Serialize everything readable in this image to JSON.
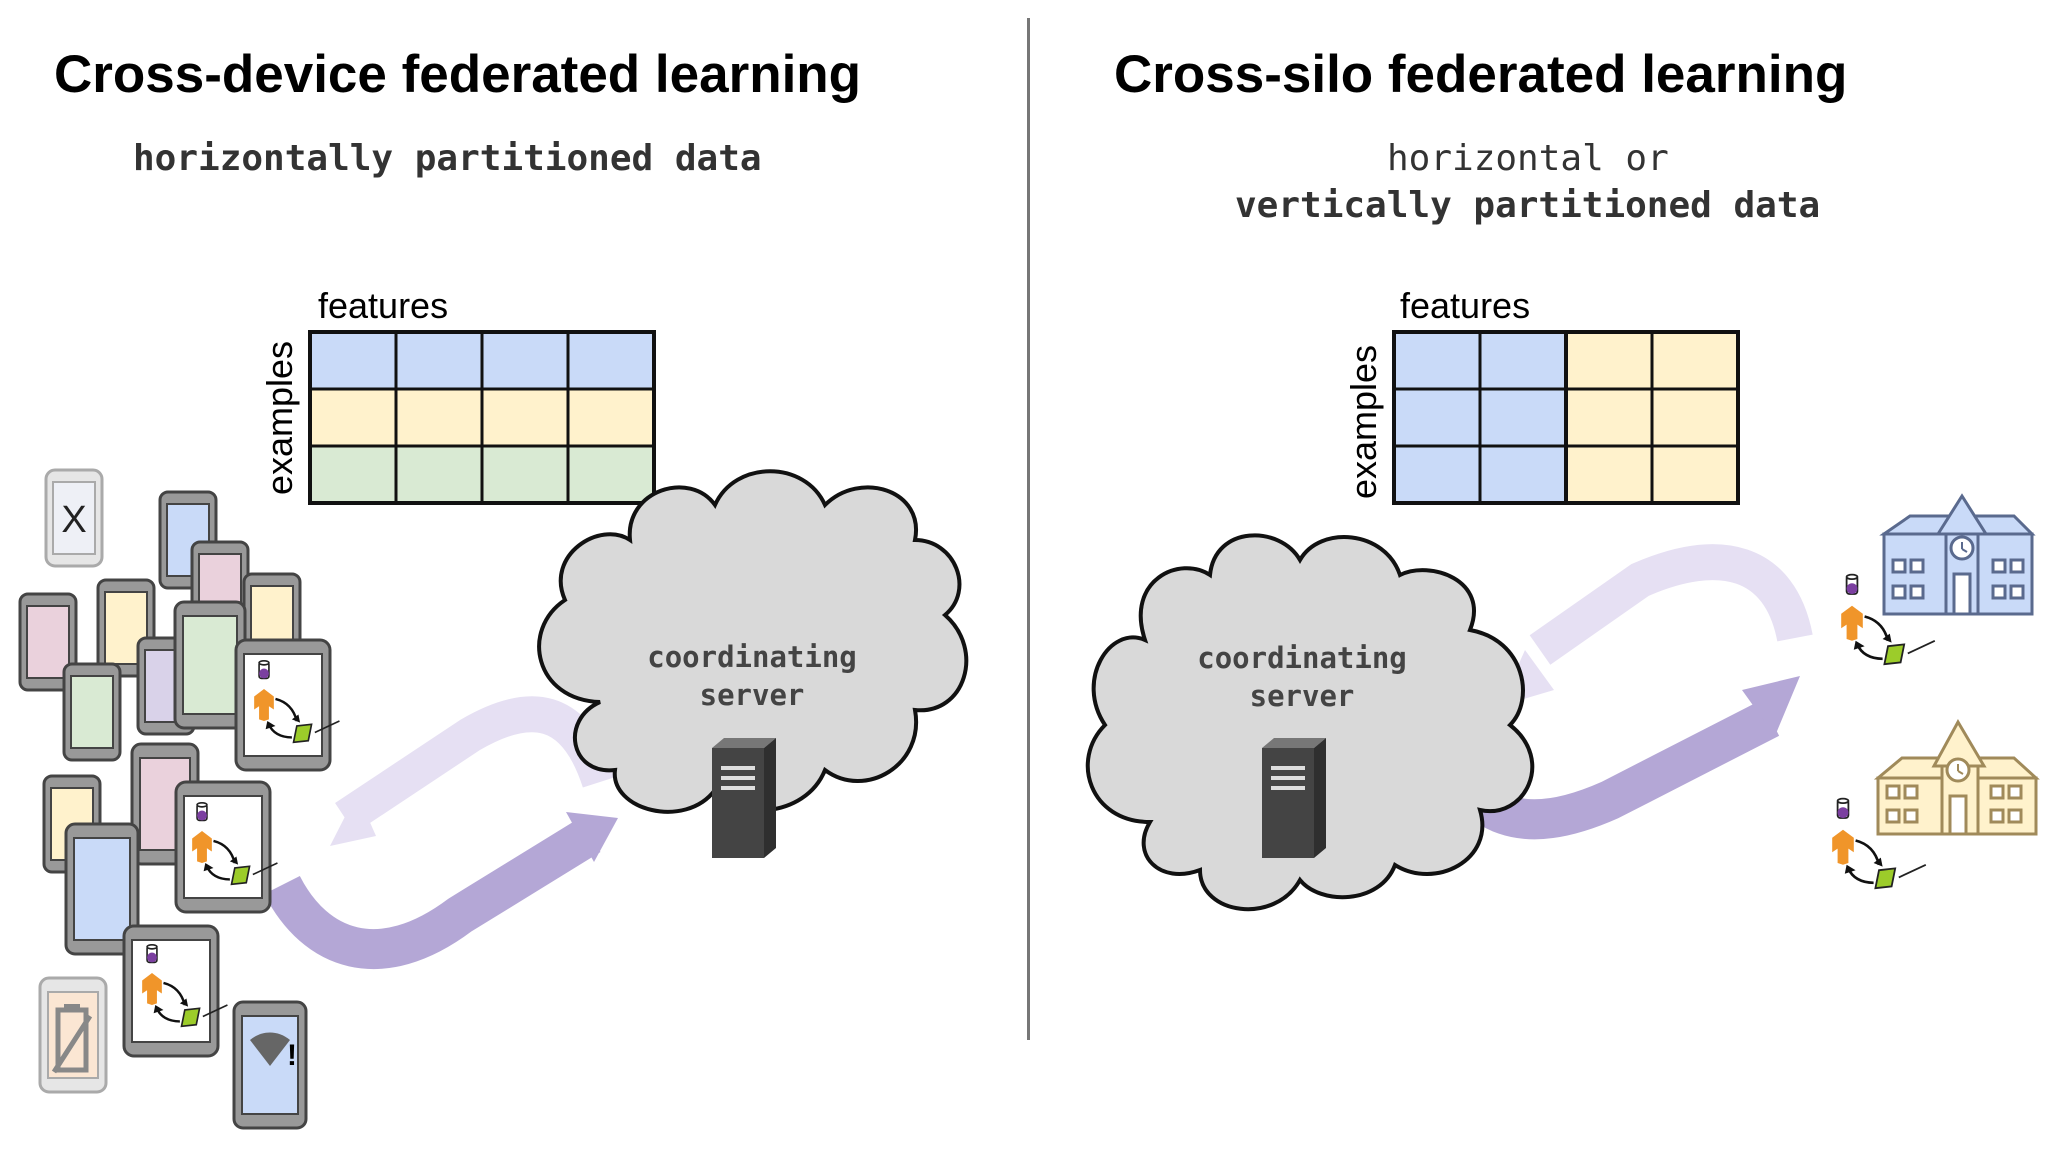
{
  "left": {
    "title": "Cross-device federated learning",
    "subtitle": "horizontally partitioned data",
    "table": {
      "col_label": "features",
      "row_label": "examples",
      "row_colors": [
        "#c9daf8",
        "#fff2cc",
        "#d9ead3"
      ]
    },
    "cloud": {
      "line1": "coordinating",
      "line2": "server"
    },
    "offline_phone_mark": "X",
    "wifi_alert": "!"
  },
  "right": {
    "title": "Cross-silo federated learning",
    "subtitle_line1": "horizontal or",
    "subtitle_line2": "vertically partitioned data",
    "table": {
      "col_label": "features",
      "row_label": "examples",
      "col_colors": [
        "#c9daf8",
        "#c9daf8",
        "#fff2cc",
        "#fff2cc"
      ]
    },
    "cloud": {
      "line1": "coordinating",
      "line2": "server"
    }
  },
  "colors": {
    "blue": "#c9daf8",
    "yellow": "#fff2cc",
    "green": "#d9ead3",
    "pink": "#ead1dc",
    "lavender": "#d9d2e9",
    "cloud": "#d9d9d9",
    "arrow_dark": "#b4a7d6",
    "arrow_light": "#e6e0f3",
    "phone_frame": "#666666",
    "server": "#444444"
  },
  "icons": [
    "phone-icon",
    "server-icon",
    "building-icon",
    "database-icon",
    "tensorflow-icon",
    "chip-icon",
    "battery-icon",
    "wifi-icon"
  ]
}
